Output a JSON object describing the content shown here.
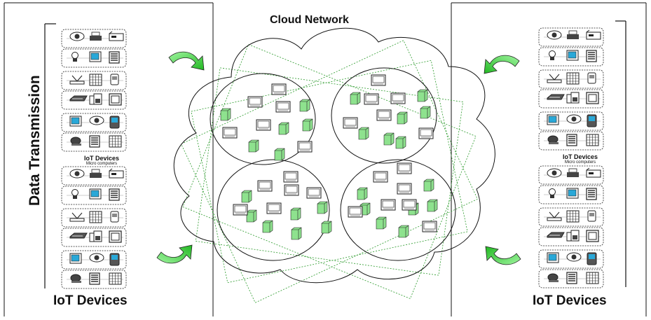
{
  "title": "Cloud Network",
  "left_caption": "IoT Devices",
  "right_caption": "IoT Devices",
  "vertical_label": "Data Transmission",
  "mid_label_title": "IoT Devices",
  "mid_label_sub": "Micro computers",
  "colors": {
    "server_green": "#8ee28e",
    "arrow_green": "#3ed83e",
    "dotted_green": "#2a9a2a",
    "device_blue": "#29a8d8",
    "line": "#111111"
  },
  "icons": [
    "eye-camera-icon",
    "printer-icon",
    "drive-icon",
    "bulb-icon",
    "blue-screen-icon",
    "tower-icon",
    "router-icon",
    "keypad-icon",
    "phone-icon",
    "vcr-icon",
    "fax-icon",
    "monitor-icon",
    "blue-terminal-icon",
    "eye-camera-icon",
    "pda-icon",
    "webcam-icon",
    "tower-icon",
    "keypad-icon"
  ]
}
